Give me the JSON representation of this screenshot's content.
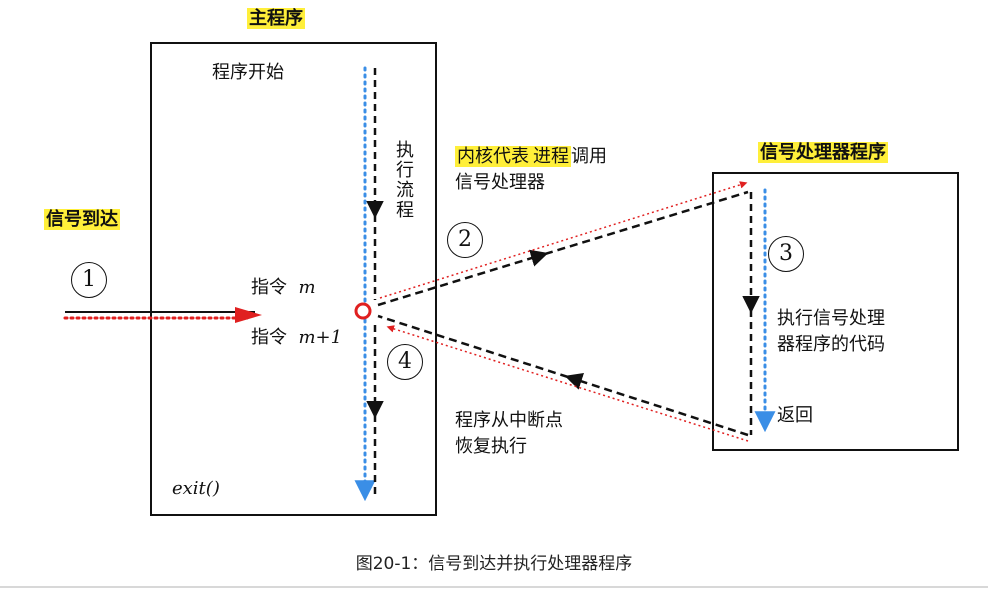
{
  "labels": {
    "main_program": "主程序",
    "program_start": "程序开始",
    "exec_flow": "执行流程",
    "signal_arrive": "信号到达",
    "instr_m_prefix": "指令",
    "instr_m_var": "m",
    "instr_m1_prefix": "指令",
    "instr_m1_var": "m+1",
    "exit": "exit()",
    "kernel_line1_a": "内核代表",
    "kernel_line1_b": "进程",
    "kernel_line1_c": "调用",
    "kernel_line2": "信号处理器",
    "handler_title": "信号处理器程序",
    "exec_handler_line1": "执行信号处理",
    "exec_handler_line2": "器程序的代码",
    "return": "返回",
    "resume_line1": "程序从中断点",
    "resume_line2": "恢复执行"
  },
  "steps": [
    "1",
    "2",
    "3",
    "4"
  ],
  "caption": "图20-1：信号到达并执行处理器程序",
  "colors": {
    "highlight": "#ffef3a",
    "blue_flow": "#3a8ee6",
    "red_flow": "#e02020",
    "black_flow": "#111111"
  }
}
